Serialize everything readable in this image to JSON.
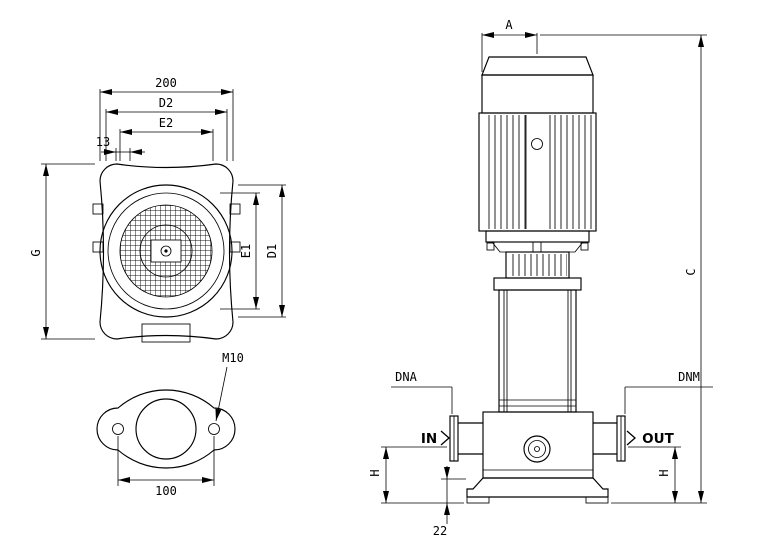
{
  "drawing": {
    "top_view": {
      "dim_width": "200",
      "dim_d2": "D2",
      "dim_e2": "E2",
      "dim_13": "13",
      "dim_g": "G",
      "dim_e1": "E1",
      "dim_d1": "D1"
    },
    "flange_view": {
      "dim_m10": "M10",
      "dim_100": "100"
    },
    "side_view": {
      "dim_a": "A",
      "dim_c": "C",
      "dim_dna": "DNA",
      "dim_dnm": "DNM",
      "label_in": "IN",
      "label_out": "OUT",
      "dim_h_left": "H",
      "dim_h_right": "H",
      "dim_22": "22"
    }
  }
}
